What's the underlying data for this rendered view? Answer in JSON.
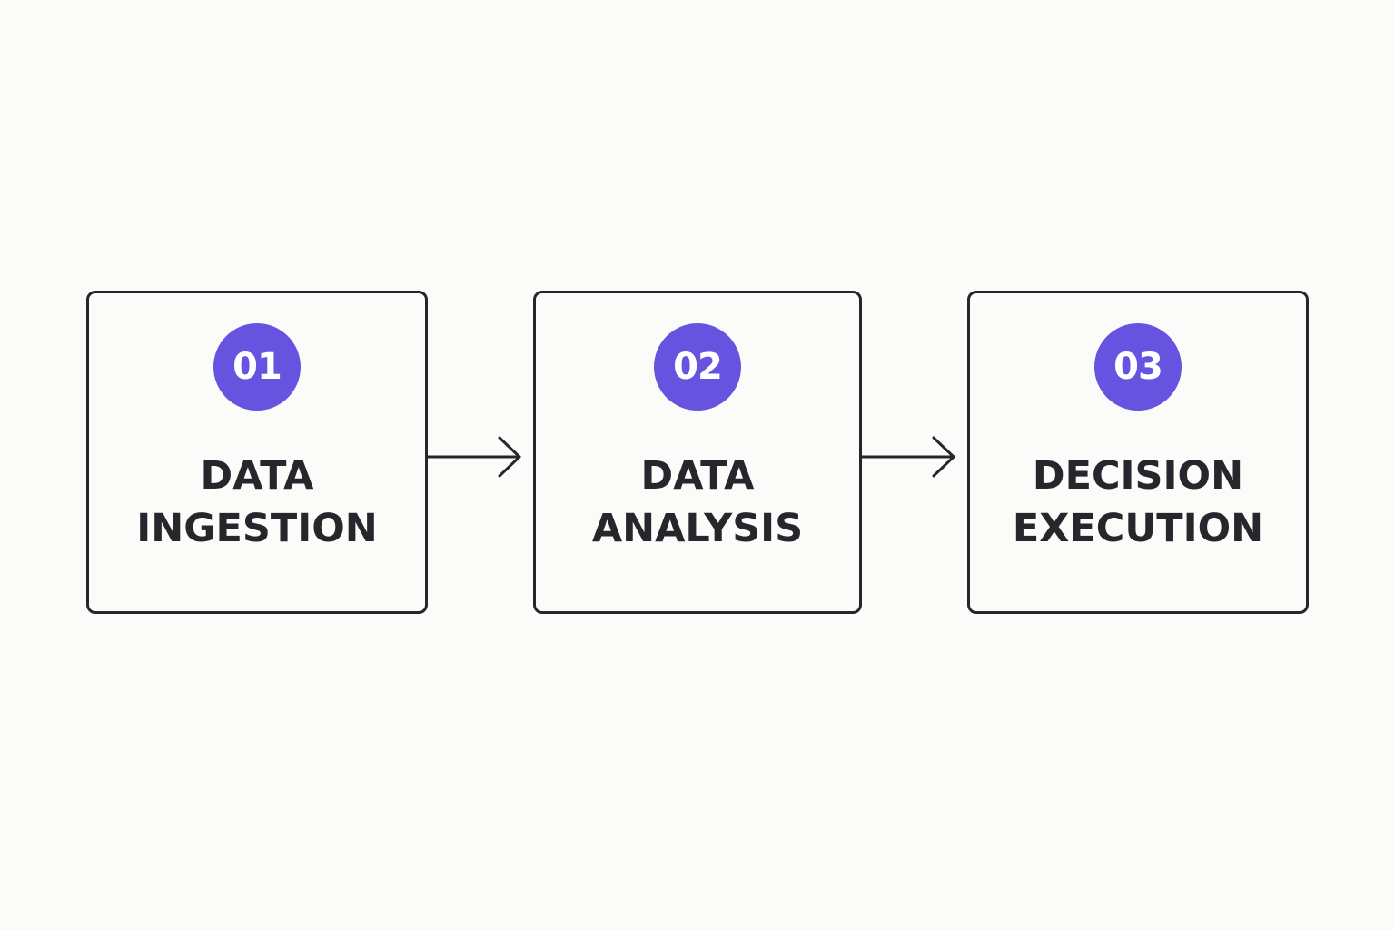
{
  "colors": {
    "background": "#fbfbf9",
    "border": "#25272c",
    "badge": "#6653e0",
    "badge_text": "#ffffff",
    "label_text": "#25272c"
  },
  "steps": [
    {
      "number": "01",
      "label_line1": "DATA",
      "label_line2": "INGESTION"
    },
    {
      "number": "02",
      "label_line1": "DATA",
      "label_line2": "ANALYSIS"
    },
    {
      "number": "03",
      "label_line1": "DECISION",
      "label_line2": "EXECUTION"
    }
  ],
  "connectors": [
    {
      "from": "01",
      "to": "02",
      "icon": "arrow-right-icon"
    },
    {
      "from": "02",
      "to": "03",
      "icon": "arrow-right-icon"
    }
  ]
}
